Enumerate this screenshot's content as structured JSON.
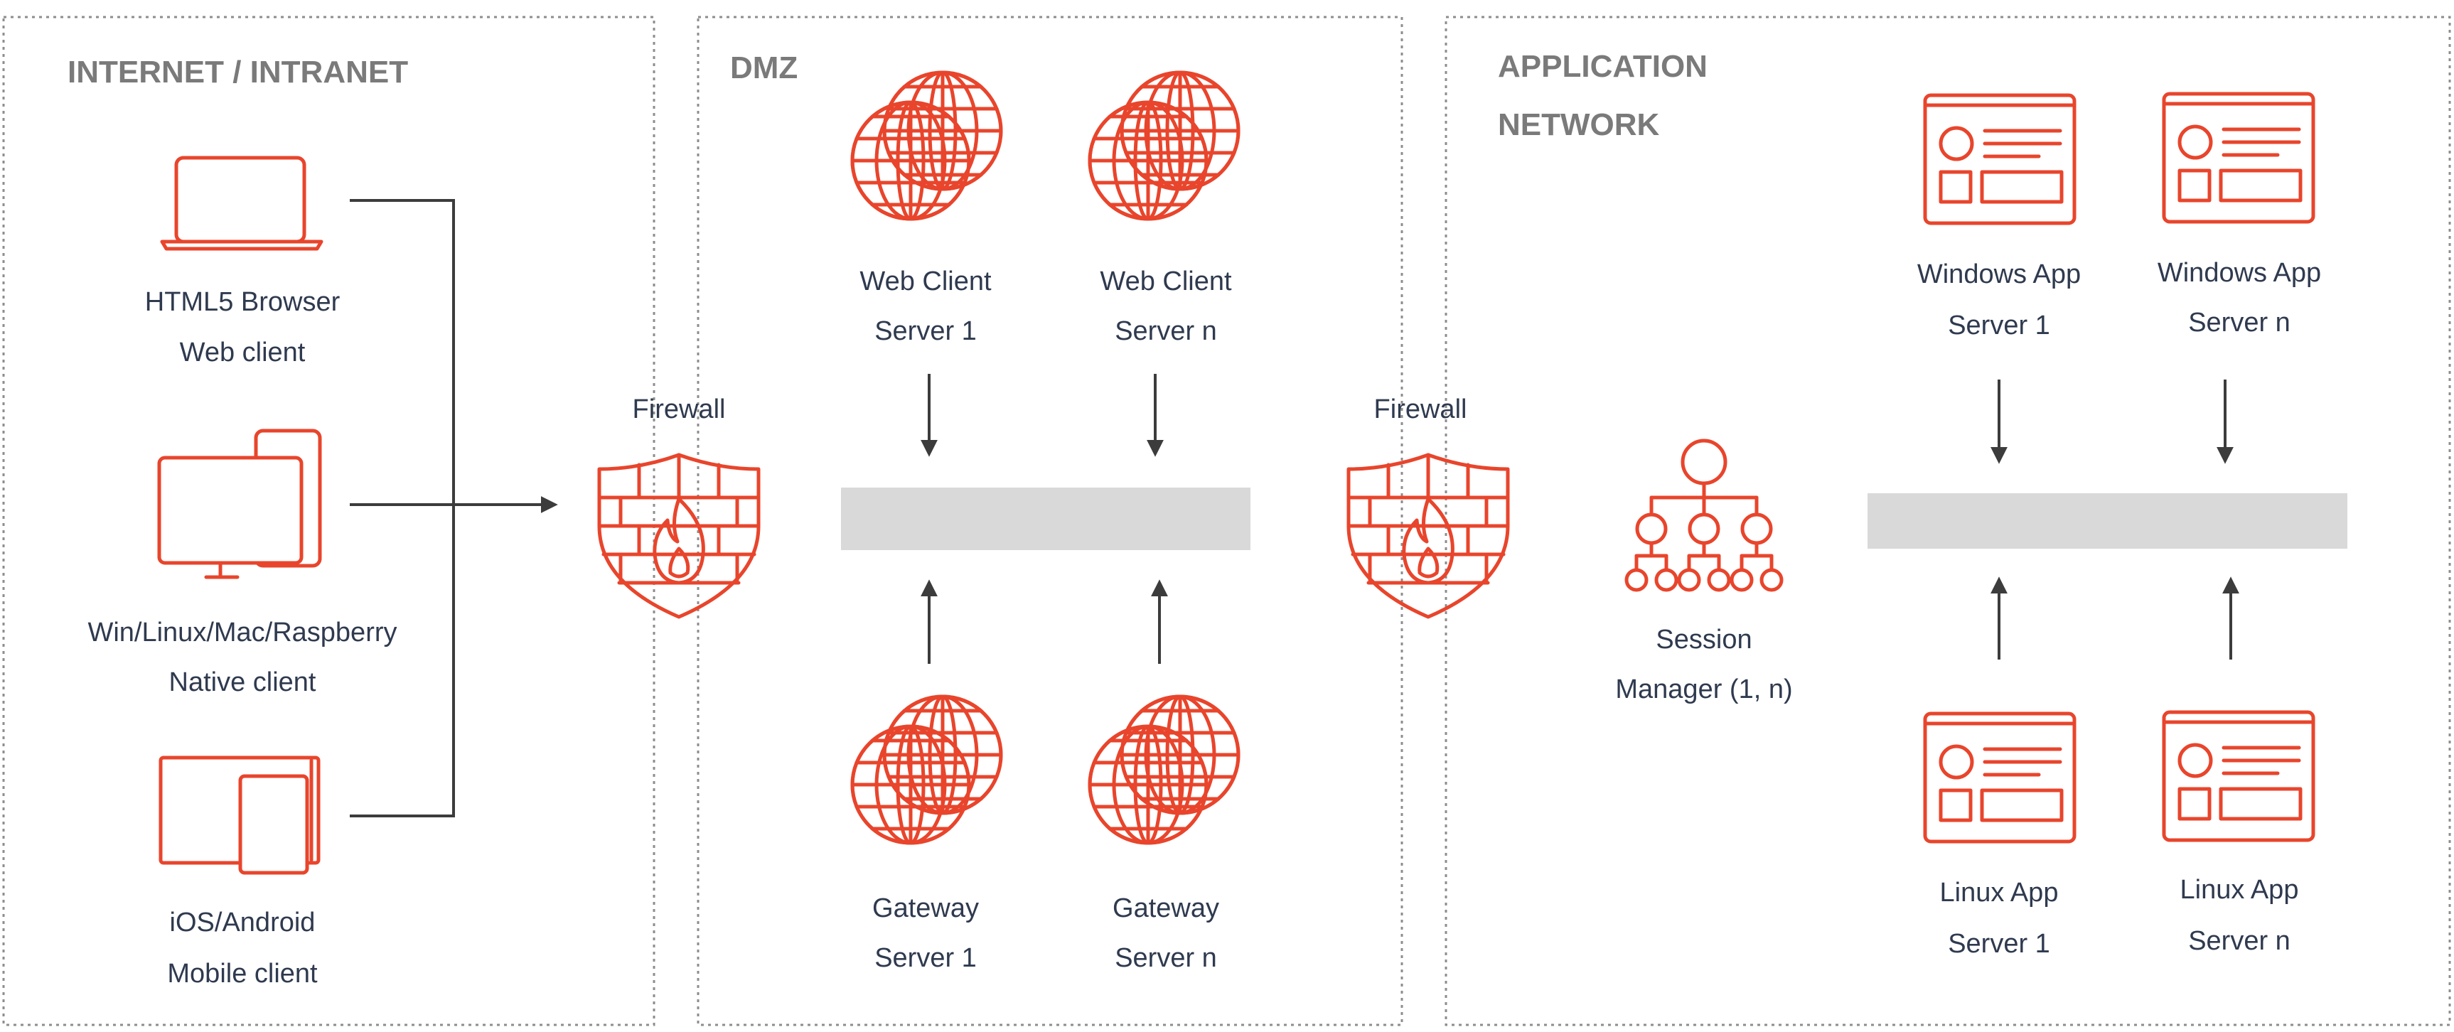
{
  "zones": {
    "internet": "INTERNET / INTRANET",
    "dmz": "DMZ",
    "application_line1": "APPLICATION",
    "application_line2": "NETWORK"
  },
  "clients": [
    {
      "line1": "HTML5 Browser",
      "line2": "Web client",
      "icon": "laptop-icon"
    },
    {
      "line1": "Win/Linux/Mac/Raspberry",
      "line2": "Native client",
      "icon": "desktop-icon"
    },
    {
      "line1": "iOS/Android",
      "line2": "Mobile client",
      "icon": "tablet-icon"
    }
  ],
  "firewalls": [
    {
      "label": "Firewall",
      "icon": "firewall-icon"
    },
    {
      "label": "Firewall",
      "icon": "firewall-icon"
    }
  ],
  "web_clients": [
    {
      "line1": "Web Client",
      "line2": "Server 1",
      "icon": "globe-icon"
    },
    {
      "line1": "Web Client",
      "line2": "Server n",
      "icon": "globe-icon"
    }
  ],
  "gateways": [
    {
      "line1": "Gateway",
      "line2": "Server 1",
      "icon": "globe-icon"
    },
    {
      "line1": "Gateway",
      "line2": "Server n",
      "icon": "globe-icon"
    }
  ],
  "session_manager": {
    "line1": "Session",
    "line2": "Manager (1, n)",
    "icon": "hierarchy-icon"
  },
  "windows_apps": [
    {
      "line1": "Windows App",
      "line2": "Server 1",
      "icon": "app-window-icon"
    },
    {
      "line1": "Windows App",
      "line2": "Server n",
      "icon": "app-window-icon"
    }
  ],
  "linux_apps": [
    {
      "line1": "Linux App",
      "line2": "Server 1",
      "icon": "app-window-icon"
    },
    {
      "line1": "Linux App",
      "line2": "Server n",
      "icon": "app-window-icon"
    }
  ],
  "colors": {
    "accent": "#e8452c",
    "text": "#2f3a4f",
    "zone_title": "#7a7a7a",
    "bus": "#d9d9d9",
    "connector": "#3c3c3c"
  }
}
